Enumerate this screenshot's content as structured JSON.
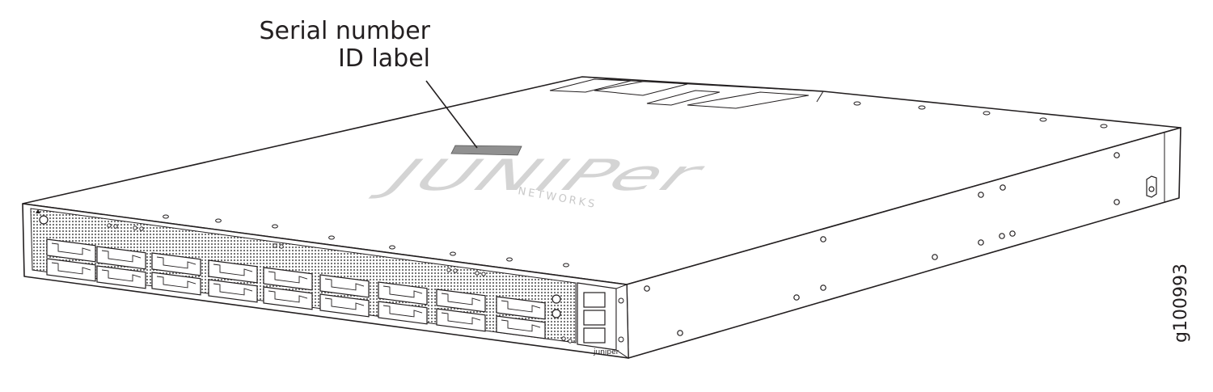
{
  "callout": {
    "line1": "Serial number",
    "line2": "ID label"
  },
  "brand": {
    "logo_word": "JUNIPer",
    "logo_sub": "NETWORKS",
    "front_badge": "juniper"
  },
  "figure_id": "g100993",
  "colors": {
    "outline": "#231f20",
    "label_fill": "#909090",
    "logo": "#d4d4d4",
    "background": "#ffffff"
  }
}
